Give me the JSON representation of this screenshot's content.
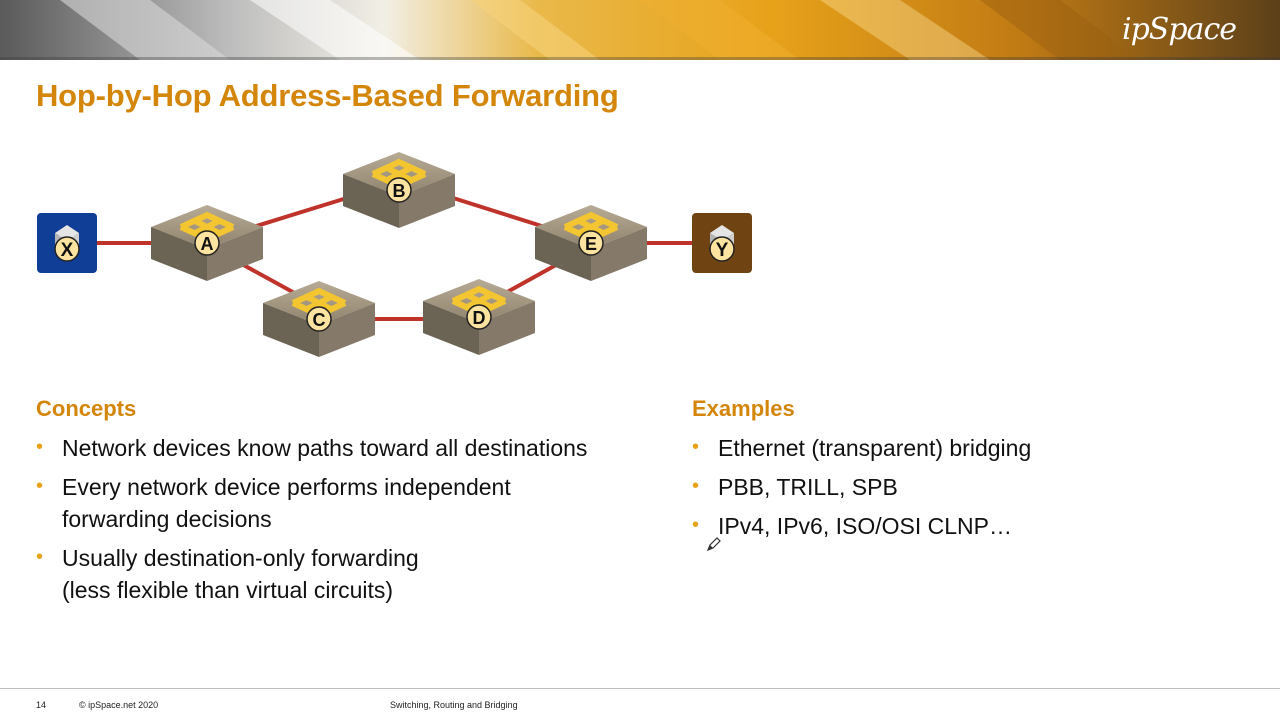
{
  "header": {
    "logo_text": "ipSpace"
  },
  "slide": {
    "title": "Hop-by-Hop Address-Based Forwarding"
  },
  "diagram": {
    "link_color": "#c0332b",
    "hosts": [
      {
        "id": "X",
        "label": "X",
        "color": "#103e96"
      },
      {
        "id": "Y",
        "label": "Y",
        "color": "#704313"
      }
    ],
    "switches": [
      {
        "id": "A",
        "label": "A"
      },
      {
        "id": "B",
        "label": "B"
      },
      {
        "id": "C",
        "label": "C"
      },
      {
        "id": "D",
        "label": "D"
      },
      {
        "id": "E",
        "label": "E"
      }
    ],
    "links": [
      [
        "X",
        "A"
      ],
      [
        "A",
        "B"
      ],
      [
        "B",
        "E"
      ],
      [
        "A",
        "C"
      ],
      [
        "C",
        "D"
      ],
      [
        "D",
        "E"
      ],
      [
        "E",
        "Y"
      ]
    ]
  },
  "concepts": {
    "heading": "Concepts",
    "items": [
      [
        "Network devices know paths toward all destinations"
      ],
      [
        "Every network device performs independent",
        "forwarding decisions"
      ],
      [
        "Usually destination-only forwarding",
        "(less flexible than virtual circuits)"
      ]
    ]
  },
  "examples": {
    "heading": "Examples",
    "items": [
      [
        "Ethernet (transparent) bridging"
      ],
      [
        "PBB, TRILL, SPB"
      ],
      [
        "IPv4, IPv6, ISO/OSI CLNP…"
      ]
    ]
  },
  "footer": {
    "page_number": "14",
    "copyright": "© ipSpace.net 2020",
    "course": "Switching, Routing and Bridging"
  },
  "colors": {
    "accent": "#d4860b",
    "bullet": "#e8a218"
  }
}
